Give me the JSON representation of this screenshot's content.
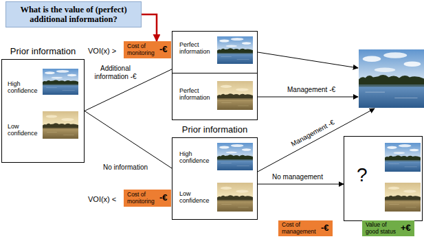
{
  "diagram": {
    "nodes": [
      {
        "text": [
          "What is the value of (perfect) additional information?"
        ]
      },
      {
        "text": [
          "Cost of monitoring",
          "-€"
        ]
      },
      {
        "text": [
          "Prior information",
          "High confidence",
          "Low confidence"
        ]
      },
      {
        "text": [
          "Perfect information"
        ]
      },
      {
        "text": [
          "Perfect information"
        ]
      },
      {
        "text": [
          "Cost of monitoring",
          "-€"
        ]
      },
      {
        "text": [
          "Prior information",
          "High confidence",
          "Low confidence"
        ]
      },
      {
        "text": [
          "?"
        ]
      },
      {
        "text": [
          "Cost of management",
          "-€"
        ]
      },
      {
        "text": [
          "Value of good status",
          "+€"
        ]
      }
    ],
    "edges": [
      {
        "from": 0,
        "to": 1,
        "arrow": "to"
      },
      {
        "from": 2,
        "to": 3,
        "label": "Additional information -€",
        "arrow": "none"
      },
      {
        "from": 2,
        "to": 6,
        "label": "No information",
        "arrow": "none"
      },
      {
        "from": 6,
        "to": 7,
        "label": "No management",
        "arrow": "to"
      }
    ],
    "labels": [
      "VOI(x) >",
      "Management -€",
      "Management -€",
      "VOI(x) <"
    ]
  }
}
